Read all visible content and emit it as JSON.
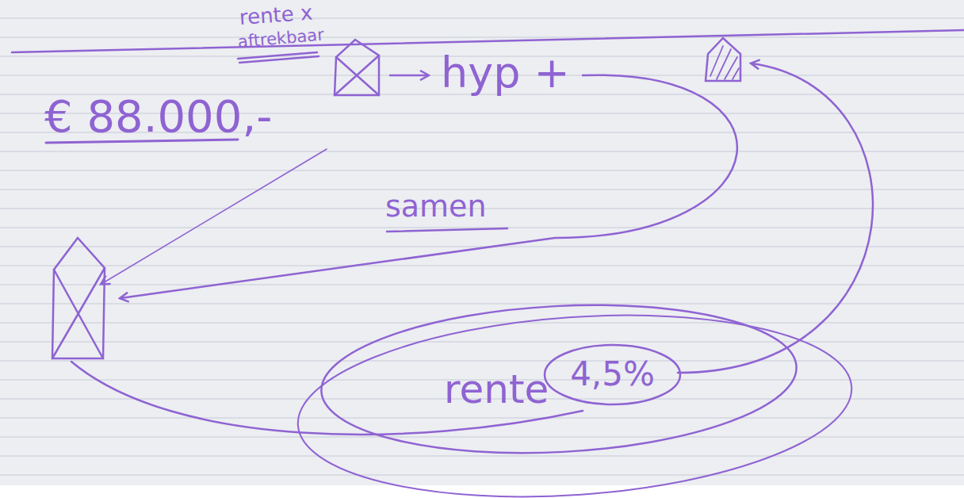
{
  "diagram": {
    "nodes": [
      {
        "text": [
          "4,5%"
        ]
      }
    ],
    "labels": [
      "€ 88.000,-",
      "rente x",
      "aftrekbaar",
      "hyp +",
      "samen",
      "rente"
    ]
  }
}
